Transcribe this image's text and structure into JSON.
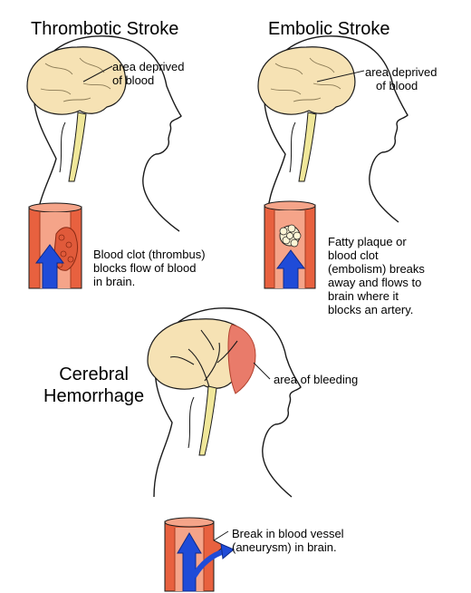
{
  "panels": {
    "thrombotic": {
      "title": "Thrombotic Stroke",
      "brain_label": [
        "area deprived",
        "of blood"
      ],
      "vessel_label": [
        "Blood clot (thrombus)",
        "blocks flow of blood",
        "in brain."
      ]
    },
    "embolic": {
      "title": "Embolic Stroke",
      "brain_label": [
        "area deprived",
        "of blood"
      ],
      "vessel_label": [
        "Fatty plaque or",
        "blood clot",
        "(embolism) breaks",
        "away and flows to",
        "brain where it",
        "blocks an artery."
      ]
    },
    "hemorrhage": {
      "title": [
        "Cerebral",
        "Hemorrhage"
      ],
      "brain_label": "area of bleeding",
      "vessel_label": [
        "Break in blood vessel",
        "(aneurysm) in brain."
      ]
    }
  },
  "colors": {
    "brain": "#f6e2b4",
    "skin": "#ffffff",
    "outline": "#1a1a1a",
    "vessel_wall": "#e8613f",
    "vessel_wall_dark": "#a53a1f",
    "vessel_inner": "#f5a489",
    "blood_flow": "#1f4bd8",
    "bleeding": "#e97b6a",
    "spinal": "#f0e79a",
    "clot": "#e05a3a",
    "plaque": "#fff6d6"
  }
}
